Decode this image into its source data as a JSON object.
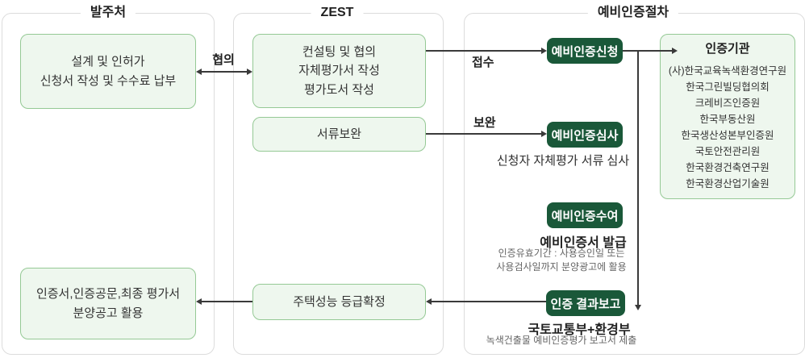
{
  "columns": [
    {
      "title": "발주처"
    },
    {
      "title": "ZEST"
    },
    {
      "title": "예비인증절차"
    }
  ],
  "boxes": {
    "design": "설계 및 인허가\n신청서 작성 및 수수료 납부",
    "consulting": "컨설팅 및 협의\n자체평가서 작성\n평가도서 작성",
    "doc_supplement": "서류보완",
    "grade_confirm": "주택성능 등급확정",
    "final_use": "인증서,인증공문,최종 평가서\n분양공고 활용"
  },
  "pills": {
    "apply": "예비인증신청",
    "review": "예비인증심사",
    "award": "예비인증수여",
    "report": "인증 결과보고"
  },
  "captions": {
    "review_note": "신청자 자체평가 서류 심사",
    "award_title": "예비인증서 발급",
    "award_note": "인증유효기간 : 사용승인일 또는\n사용검사일까지 분양광고에 활용",
    "report_title": "국토교통부+환경부",
    "report_note": "녹색건출물 예비인증평가 보고서 제출"
  },
  "arrow_labels": {
    "consult": "협의",
    "receipt": "접수",
    "supplement": "보완"
  },
  "agency": {
    "title": "인증기관",
    "items": [
      "(사)한국교육녹색환경연구원",
      "한국그린빌딩협의회",
      "크레비즈인증원",
      "한국부동산원",
      "한국생산성본부인증원",
      "국토안전관리원",
      "한국환경건축연구원",
      "한국환경산업기술원"
    ]
  },
  "colors": {
    "pill_green": "#1a5839",
    "box_fill": "#eef7ee",
    "box_border": "#95c995",
    "column_border": "#dcdcdc",
    "arrow": "#3a3a3a"
  }
}
